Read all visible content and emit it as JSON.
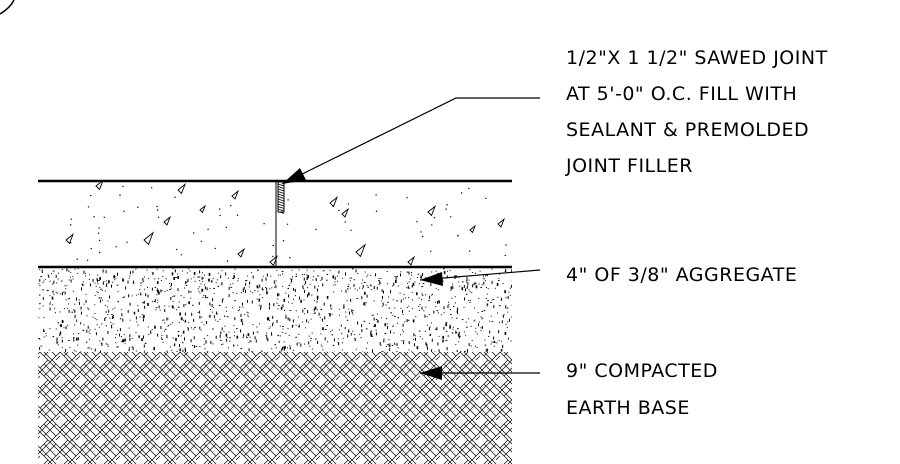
{
  "colors": {
    "ink": "#000000",
    "paper": "#ffffff"
  },
  "layers": {
    "slab": {
      "hatch": "concrete-stipple-triangles"
    },
    "aggregate": {
      "hatch": "fine-stipple"
    },
    "earth": {
      "hatch": "basket-weave"
    }
  },
  "callouts": {
    "joint": {
      "lines": [
        "1/2\"X 1 1/2\" SAWED JOINT",
        "AT 5'-0\" O.C. FILL WITH",
        "SEALANT & PREMOLDED",
        "JOINT FILLER"
      ]
    },
    "aggregate": {
      "lines": [
        "4\" OF 3/8\" AGGREGATE"
      ]
    },
    "earth": {
      "lines": [
        "9\" COMPACTED",
        "EARTH BASE"
      ]
    }
  }
}
